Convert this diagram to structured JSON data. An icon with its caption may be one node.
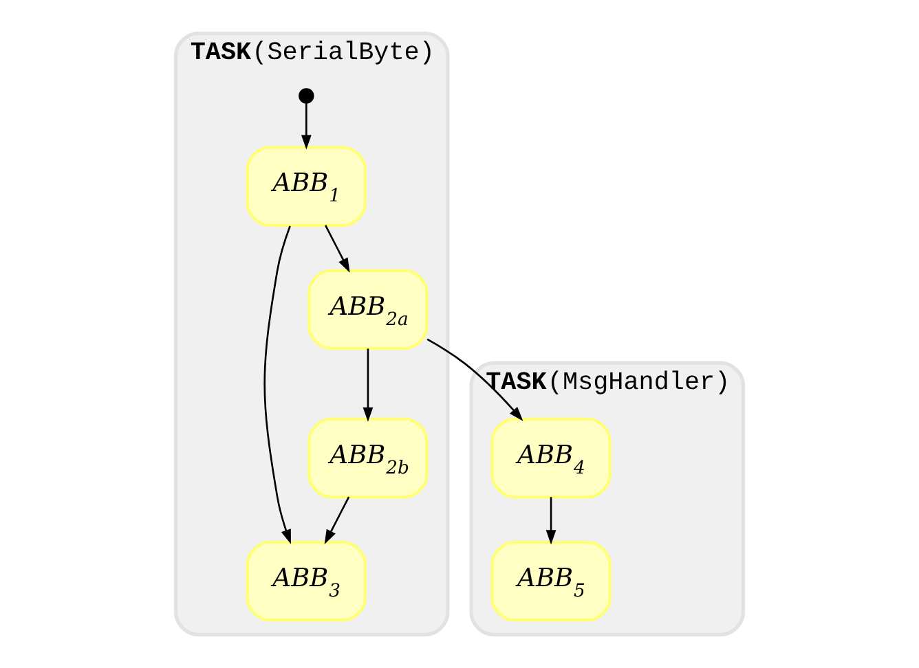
{
  "diagram": {
    "nodes": [
      {
        "text": [
          "**TASK**(SerialByte)"
        ]
      },
      {
        "text": [
          "**TASK**(MsgHandler)"
        ]
      },
      {
        "text": [],
        "shape": "circle",
        "in": 0
      },
      {
        "text": [
          "ABB$_{1}$"
        ],
        "in": 0
      },
      {
        "text": [
          "ABB$_{2a}$"
        ],
        "in": 0
      },
      {
        "text": [
          "ABB$_{2b}$"
        ],
        "in": 0
      },
      {
        "text": [
          "ABB$_{3}$"
        ],
        "in": 0
      },
      {
        "text": [
          "ABB$_{4}$"
        ],
        "in": 1
      },
      {
        "text": [
          "ABB$_{5}$"
        ],
        "in": 1
      }
    ],
    "edges": [
      {
        "from": 2,
        "to": 3,
        "arrow": "to"
      },
      {
        "from": 3,
        "to": 4,
        "arrow": "to"
      },
      {
        "from": 3,
        "to": 6,
        "arrow": "to"
      },
      {
        "from": 4,
        "to": 5,
        "arrow": "to"
      },
      {
        "from": 5,
        "to": 6,
        "arrow": "to"
      },
      {
        "from": 4,
        "to": 7,
        "arrow": "to"
      },
      {
        "from": 7,
        "to": 8,
        "arrow": "to"
      }
    ]
  }
}
